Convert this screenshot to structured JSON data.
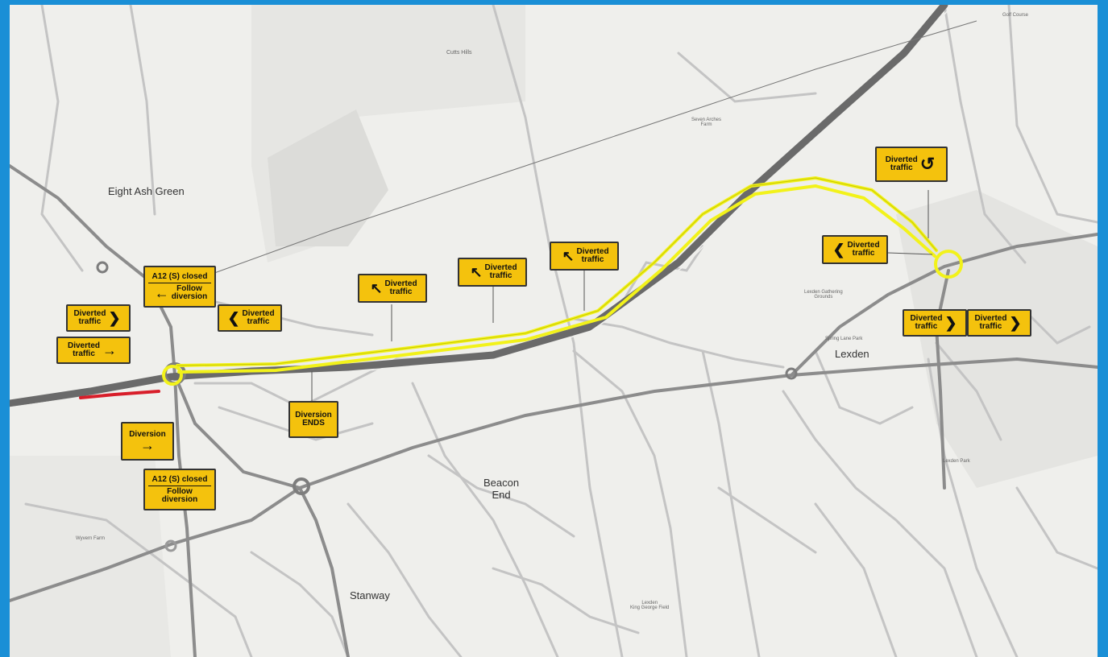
{
  "colors": {
    "frame": "#1a8fd6",
    "map_background": "#efefec",
    "road": "#c4c4c4",
    "major_road": "#7d7d7d",
    "diversion_route": "#f2f21a",
    "closed_section": "#d81e2a",
    "sign_fill": "#f4c20d"
  },
  "places": {
    "eight_ash_green": "Eight Ash Green",
    "beacon_end": "Beacon\nEnd",
    "lexden": "Lexden",
    "stanway": "Stanway",
    "cutts_hills": "Cutts Hills",
    "golf_course": "Golf Course",
    "seven_arches": "Seven Arches\nFarm",
    "spring_lane_park": "Spring Lane Park",
    "lexden_gathering": "Lexden Gathering\nGrounds",
    "lexden_park": "Lexden Park",
    "wyvern_farm": "Wyvern Farm",
    "lexden_king_george": "Lexden\nKing George Field"
  },
  "signs": {
    "closed_follow_1": {
      "title": "A12 (S) closed",
      "icon": "arrow-left-icon",
      "text": "Follow\ndiversion"
    },
    "closed_follow_2": {
      "title": "A12 (S) closed",
      "text": "Follow\ndiversion"
    },
    "diverted_right_w": {
      "text": "Diverted\ntraffic",
      "icon": "chevron-right-icon"
    },
    "diverted_arrow_right": {
      "text": "Diverted\ntraffic",
      "icon": "arrow-right-icon"
    },
    "diverted_left_w": {
      "text": "Diverted\ntraffic",
      "icon": "chevron-left-icon"
    },
    "diverted_ahead_1": {
      "text": "Diverted\ntraffic",
      "icon": "arrow-up-left-icon"
    },
    "diverted_ahead_2": {
      "text": "Diverted\ntraffic",
      "icon": "arrow-up-left-icon"
    },
    "diverted_ahead_3": {
      "text": "Diverted\ntraffic",
      "icon": "arrow-up-left-icon"
    },
    "diverted_uturn": {
      "text": "Diverted\ntraffic",
      "icon": "u-turn-icon"
    },
    "diverted_left_e": {
      "text": "Diverted\ntraffic",
      "icon": "chevron-left-icon"
    },
    "diverted_right_e1": {
      "text": "Diverted\ntraffic",
      "icon": "chevron-right-icon"
    },
    "diverted_right_e2": {
      "text": "Diverted\ntraffic",
      "icon": "chevron-right-icon"
    },
    "diversion_right": {
      "text": "Diversion",
      "icon": "arrow-right-icon"
    },
    "diversion_ends": {
      "text": "Diversion\nENDS"
    }
  }
}
